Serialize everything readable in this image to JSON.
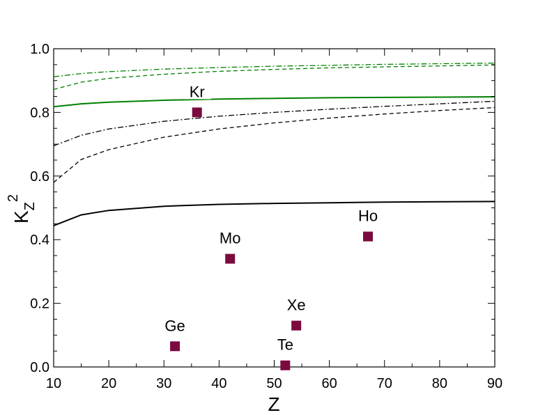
{
  "chart_data": {
    "type": "scatter",
    "xlabel": "Z",
    "ylabel_main": "K",
    "ylabel_sub": "Z",
    "ylabel_sup": "2",
    "xlim": [
      10,
      90
    ],
    "ylim": [
      0.0,
      1.0
    ],
    "xticks": [
      "10",
      "20",
      "30",
      "40",
      "50",
      "60",
      "70",
      "80",
      "90"
    ],
    "xtick_values": [
      10,
      20,
      30,
      40,
      50,
      60,
      70,
      80,
      90
    ],
    "yticks": [
      "0.0",
      "0.2",
      "0.4",
      "0.6",
      "0.8",
      "1.0"
    ],
    "ytick_values": [
      0.0,
      0.2,
      0.4,
      0.6,
      0.8,
      1.0
    ],
    "grid": false,
    "points": [
      {
        "label": "Kr",
        "x": 36,
        "y": 0.8
      },
      {
        "label": "Mo",
        "x": 42,
        "y": 0.34
      },
      {
        "label": "Ho",
        "x": 67,
        "y": 0.41
      },
      {
        "label": "Ge",
        "x": 32,
        "y": 0.065
      },
      {
        "label": "Xe",
        "x": 54,
        "y": 0.13
      },
      {
        "label": "Te",
        "x": 52,
        "y": 0.005
      }
    ],
    "point_color": "#7b0a3f",
    "curves": [
      {
        "color": "#008000",
        "style": "dashdot",
        "x": [
          10,
          15,
          20,
          30,
          40,
          50,
          60,
          70,
          80,
          90
        ],
        "y": [
          0.912,
          0.922,
          0.928,
          0.936,
          0.941,
          0.945,
          0.948,
          0.951,
          0.953,
          0.955
        ]
      },
      {
        "color": "#008000",
        "style": "dashed",
        "x": [
          10,
          15,
          20,
          30,
          40,
          50,
          60,
          70,
          80,
          90
        ],
        "y": [
          0.872,
          0.895,
          0.907,
          0.92,
          0.929,
          0.935,
          0.94,
          0.943,
          0.946,
          0.949
        ]
      },
      {
        "color": "#008000",
        "style": "solid",
        "x": [
          10,
          15,
          20,
          30,
          40,
          50,
          60,
          70,
          80,
          90
        ],
        "y": [
          0.818,
          0.827,
          0.832,
          0.838,
          0.842,
          0.844,
          0.846,
          0.847,
          0.848,
          0.849
        ]
      },
      {
        "color": "#000000",
        "style": "dashdot",
        "x": [
          10,
          15,
          20,
          30,
          40,
          50,
          60,
          70,
          80,
          90
        ],
        "y": [
          0.695,
          0.728,
          0.748,
          0.772,
          0.788,
          0.8,
          0.81,
          0.819,
          0.827,
          0.835
        ]
      },
      {
        "color": "#000000",
        "style": "dashed",
        "x": [
          10,
          15,
          20,
          30,
          40,
          50,
          60,
          70,
          80,
          90
        ],
        "y": [
          0.58,
          0.652,
          0.683,
          0.722,
          0.748,
          0.767,
          0.782,
          0.795,
          0.806,
          0.815
        ]
      },
      {
        "color": "#000000",
        "style": "solid",
        "x": [
          10,
          15,
          20,
          30,
          40,
          50,
          60,
          70,
          80,
          90
        ],
        "y": [
          0.444,
          0.478,
          0.492,
          0.505,
          0.511,
          0.514,
          0.516,
          0.518,
          0.519,
          0.52
        ]
      }
    ]
  }
}
